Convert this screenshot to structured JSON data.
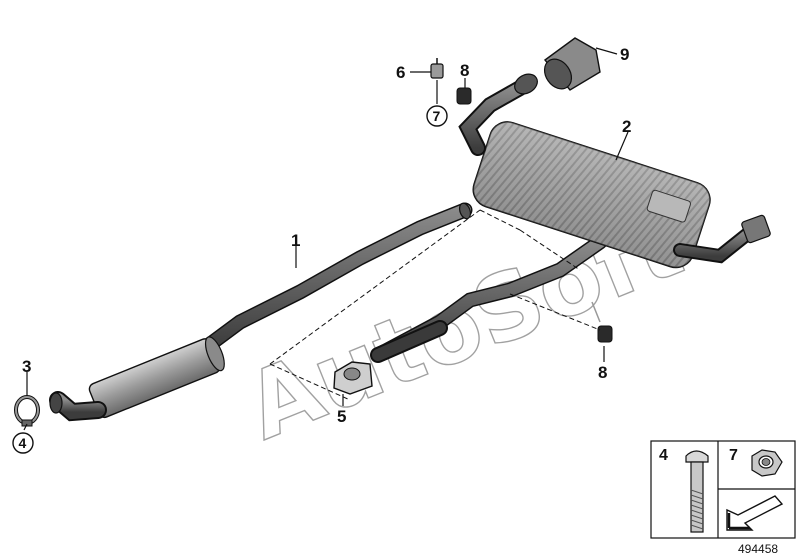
{
  "watermark": "AutoSoft",
  "callouts": {
    "c1": "1",
    "c2": "2",
    "c3": "3",
    "c4": "4",
    "c5": "5",
    "c6": "6",
    "c7": "7",
    "c8a": "8",
    "c8b": "8",
    "c9": "9"
  },
  "legend": {
    "item_a": "4",
    "item_b": "7"
  },
  "diagram_id": "494458",
  "colors": {
    "line": "#111111",
    "part_fill": "#9a9a9a",
    "part_dark": "#4a4a4a",
    "part_light": "#c8c8c8"
  }
}
